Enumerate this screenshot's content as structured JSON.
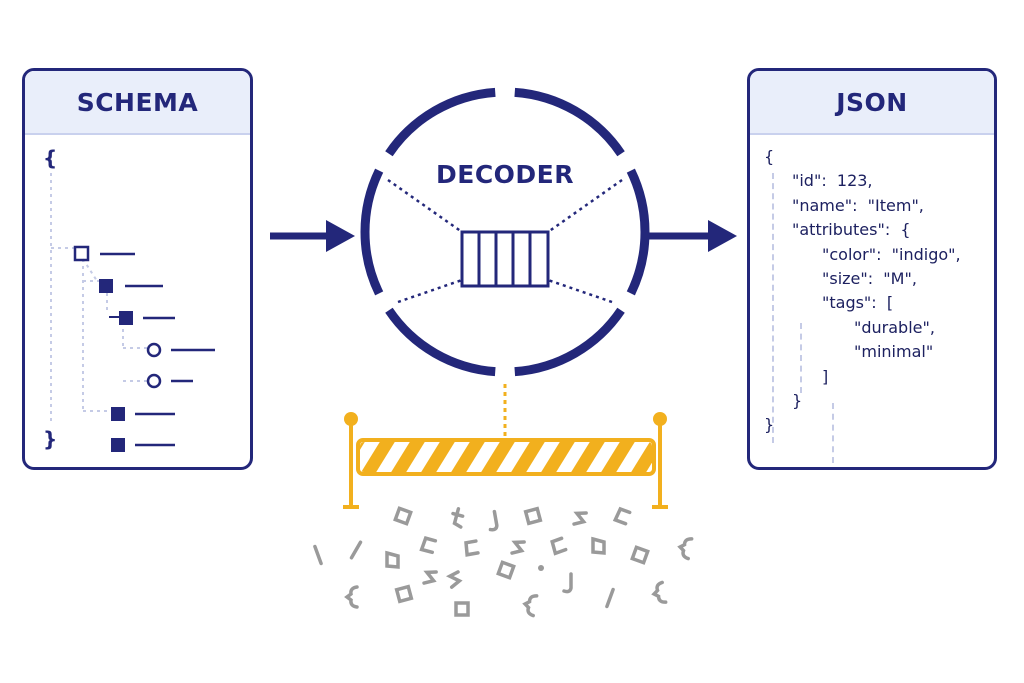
{
  "schema": {
    "title": "SCHEMA",
    "open_brace": "{",
    "close_brace": "}"
  },
  "decoder": {
    "title": "DECODER"
  },
  "json_panel": {
    "title": "JSON",
    "lines": [
      {
        "text": "{",
        "indent": 0
      },
      {
        "text": "\"id\":  123,",
        "indent": 1
      },
      {
        "text": "\"name\":  \"Item\",",
        "indent": 1
      },
      {
        "text": "\"attributes\":  {",
        "indent": 1
      },
      {
        "text": "\"color\":  \"indigo\",",
        "indent": 2
      },
      {
        "text": "\"size\":  \"M\",",
        "indent": 2
      },
      {
        "text": "\"tags\":  [",
        "indent": 2
      },
      {
        "text": "\"durable\",",
        "indent": 3
      },
      {
        "text": "\"minimal\"",
        "indent": 3
      },
      {
        "text": "]",
        "indent": 2
      },
      {
        "text": "}",
        "indent": 1
      },
      {
        "text": "}",
        "indent": 0
      }
    ]
  },
  "colors": {
    "ink": "#23277a",
    "header_fill": "#e9eefa",
    "barrier": "#f2b01e",
    "debris": "#9a9a9a"
  },
  "icons": [
    "right-arrow-icon",
    "tree-node-icon",
    "filter-grid-icon",
    "barrier-icon",
    "debris-glyph-icon"
  ]
}
